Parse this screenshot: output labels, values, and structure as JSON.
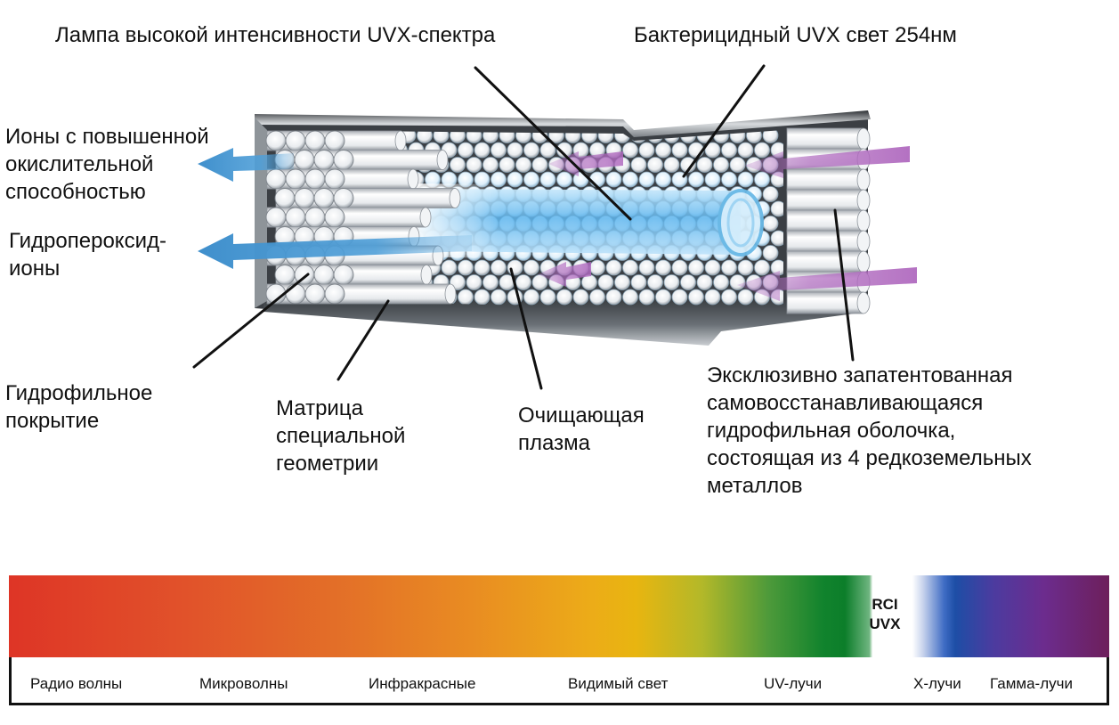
{
  "labels": {
    "lamp": "Лампа высокой интенсивности UVX-спектра",
    "uvx_light": "Бактерицидный UVX свет 254нм",
    "ions": [
      "Ионы с повышенной",
      "окислительной",
      "способностью"
    ],
    "hydroperoxide": [
      "Гидропероксид-",
      "ионы"
    ],
    "hydrophilic_coating": [
      "Гидрофильное",
      "покрытие"
    ],
    "matrix": [
      "Матрица",
      "специальной",
      "геометрии"
    ],
    "plasma": [
      "Очищающая",
      "плазма"
    ],
    "shell": [
      "Эксклюзивно запатентованная",
      "самовосстанавливающаяся",
      "гидрофильная оболочка,",
      "состоящая из 4 редкоземельных",
      "металлов"
    ]
  },
  "spectrum": {
    "gap_label": [
      "RCI",
      "UVX"
    ],
    "ticks": [
      "Радио волны",
      "Микроволны",
      "Инфракрасные",
      "Видимый свет",
      "UV-лучи",
      "X-лучи",
      "Гамма-лучи"
    ]
  },
  "colors": {
    "outflow_arrow": "#4f9fd8",
    "inflow_arrow": "#b06abf",
    "lamp_tube": "#8fd0f4",
    "casing": "#555a60"
  }
}
